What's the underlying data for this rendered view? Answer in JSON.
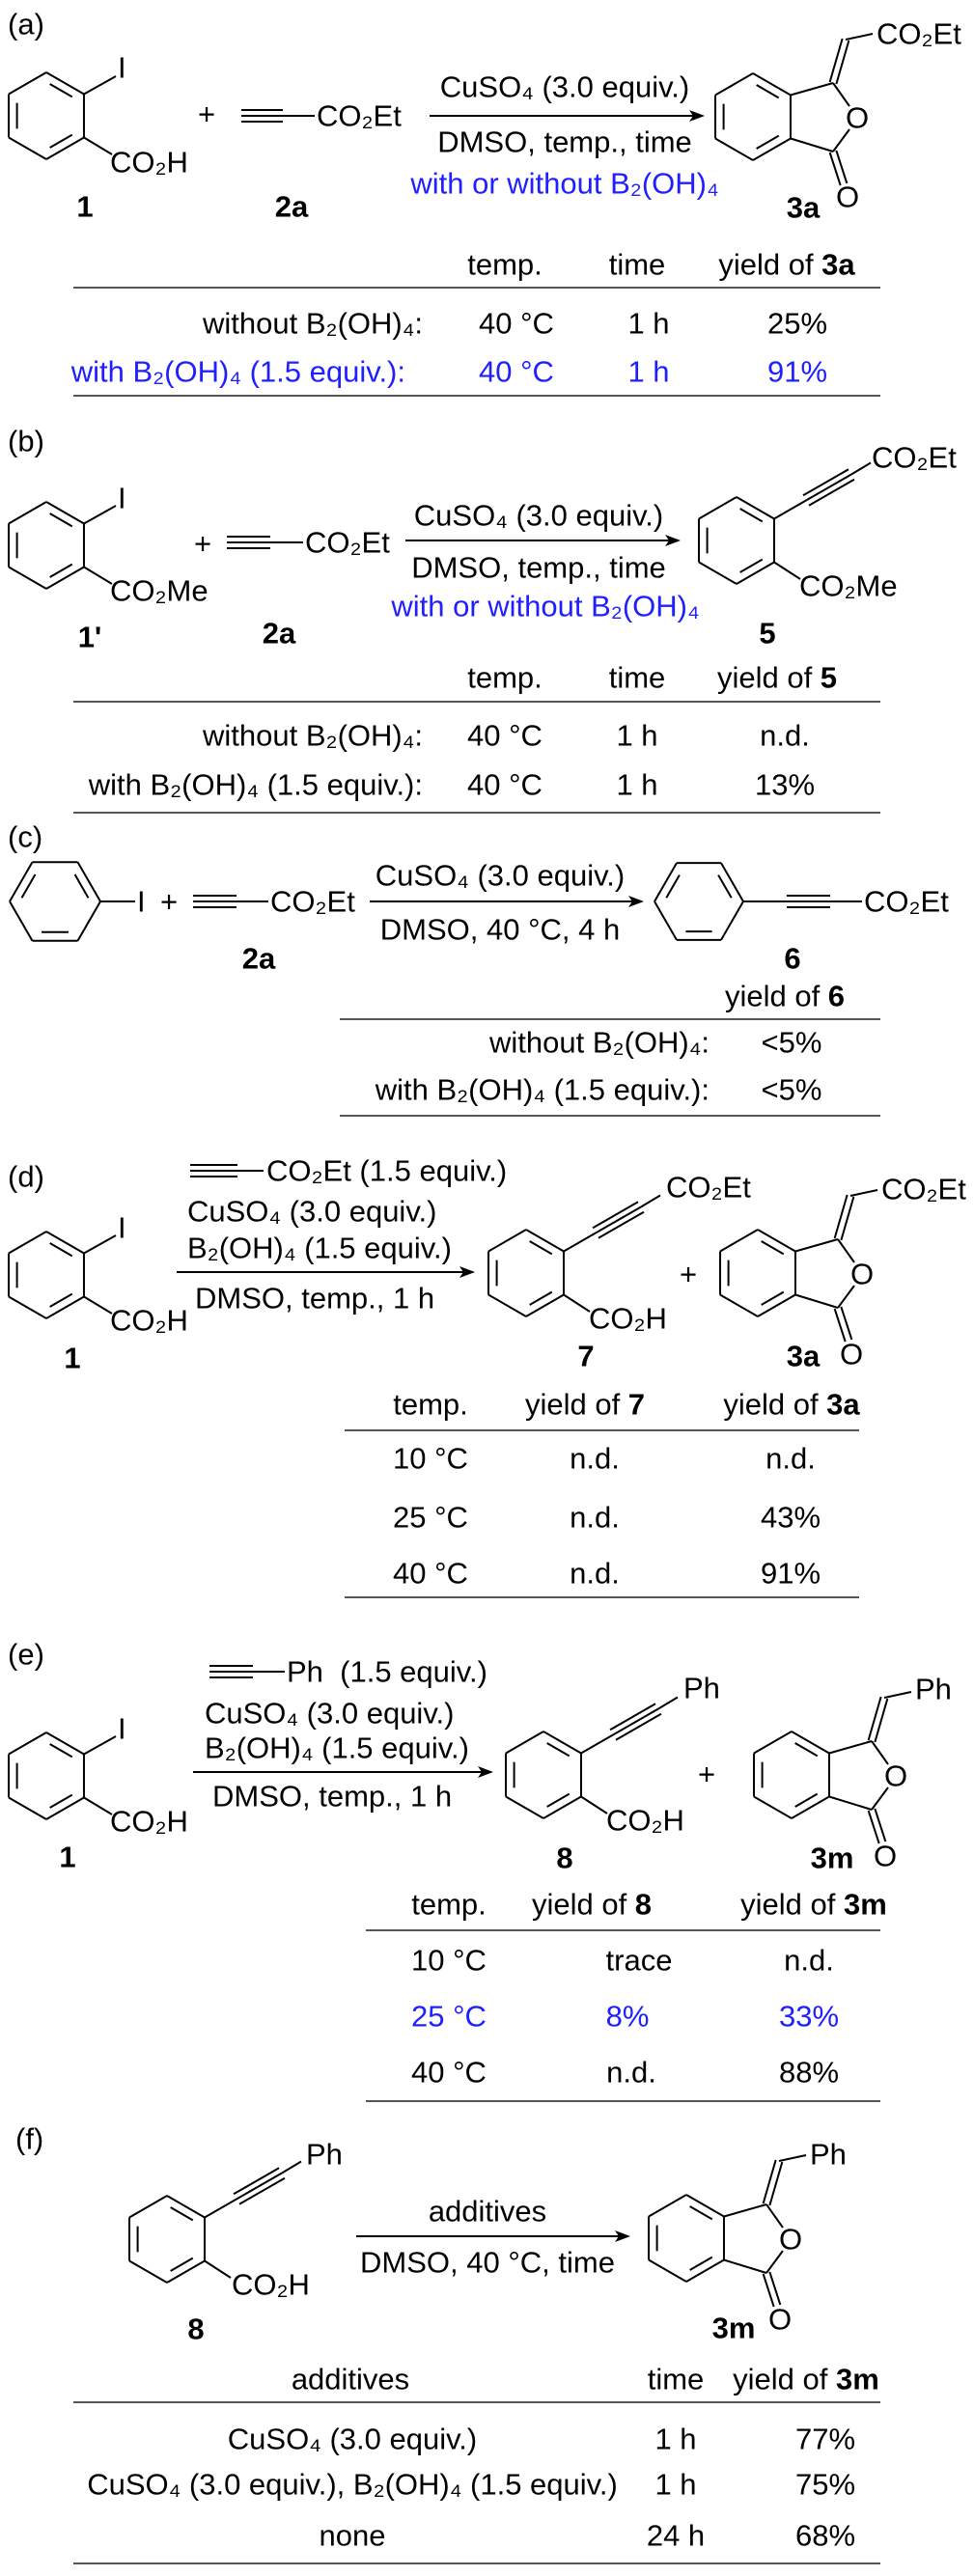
{
  "colors": {
    "highlight": "#2020ff",
    "text": "#000000"
  },
  "a": {
    "label": "(a)",
    "reactant": {
      "top": "I",
      "bottom": "CO₂H",
      "id": "1"
    },
    "plus": "+",
    "reagent": {
      "group": "CO₂Et",
      "id": "2a"
    },
    "conditions": [
      "CuSO₄ (3.0 equiv.)",
      "DMSO, temp., time",
      "with or without B₂(OH)₄"
    ],
    "product": {
      "ring_o": "O",
      "carbonyl_o": "O",
      "group": "CO₂Et",
      "id": "3a"
    },
    "table": {
      "headers": [
        "temp.",
        "time",
        "yield of "
      ],
      "header_bold": "3a",
      "rows": [
        {
          "label": "without B₂(OH)₄:",
          "temp": "40 °C",
          "time": "1 h",
          "yield": "25%"
        },
        {
          "label": "with B₂(OH)₄ (1.5 equiv.):",
          "temp": "40 °C",
          "time": "1 h",
          "yield": "91%"
        }
      ]
    }
  },
  "b": {
    "label": "(b)",
    "reactant": {
      "top": "I",
      "bottom": "CO₂Me",
      "id": "1'"
    },
    "plus": "+",
    "reagent": {
      "group": "CO₂Et",
      "id": "2a"
    },
    "conditions": [
      "CuSO₄ (3.0 equiv.)",
      "DMSO, temp., time",
      "with or without B₂(OH)₄"
    ],
    "product": {
      "top": "CO₂Et",
      "bottom": "CO₂Me",
      "id": "5"
    },
    "table": {
      "headers": [
        "temp.",
        "time",
        "yield of "
      ],
      "header_bold": "5",
      "rows": [
        {
          "label": "without B₂(OH)₄:",
          "temp": "40 °C",
          "time": "1 h",
          "yield": "n.d."
        },
        {
          "label": "with B₂(OH)₄ (1.5 equiv.):",
          "temp": "40 °C",
          "time": "1 h",
          "yield": "13%"
        }
      ]
    }
  },
  "c": {
    "label": "(c)",
    "reactant": {
      "sub": "I"
    },
    "plus": "+",
    "reagent": {
      "group": "CO₂Et",
      "id": "2a"
    },
    "conditions": [
      "CuSO₄ (3.0 equiv.)",
      "DMSO, 40 °C, 4 h"
    ],
    "product": {
      "group": "CO₂Et",
      "id": "6"
    },
    "table": {
      "headers": [
        "yield of "
      ],
      "header_bold": "6",
      "rows": [
        {
          "label": "without B₂(OH)₄:",
          "yield": "<5%"
        },
        {
          "label": "with B₂(OH)₄ (1.5 equiv.):",
          "yield": "<5%"
        }
      ]
    }
  },
  "d": {
    "label": "(d)",
    "reactant": {
      "top": "I",
      "bottom": "CO₂H",
      "id": "1"
    },
    "reagents": [
      "CO₂Et (1.5 equiv.)",
      "CuSO₄ (3.0 equiv.)",
      "B₂(OH)₄ (1.5 equiv.)"
    ],
    "conditions": [
      "DMSO, temp., 1 h"
    ],
    "product1": {
      "top": "CO₂Et",
      "bottom": "CO₂H",
      "id": "7"
    },
    "plus": "+",
    "product2": {
      "ring_o": "O",
      "carbonyl_o": "O",
      "group": "CO₂Et",
      "id": "3a"
    },
    "table": {
      "headers": [
        "temp.",
        "yield of ",
        "yield of "
      ],
      "header_bold": [
        "7",
        "3a"
      ],
      "rows": [
        {
          "temp": "10 °C",
          "y1": "n.d.",
          "y2": "n.d."
        },
        {
          "temp": "25 °C",
          "y1": "n.d.",
          "y2": "43%"
        },
        {
          "temp": "40 °C",
          "y1": "n.d.",
          "y2": "91%"
        }
      ]
    }
  },
  "e": {
    "label": "(e)",
    "reactant": {
      "top": "I",
      "bottom": "CO₂H",
      "id": "1"
    },
    "reagents": [
      "Ph  (1.5 equiv.)",
      "CuSO₄ (3.0 equiv.)",
      "B₂(OH)₄ (1.5 equiv.)"
    ],
    "conditions": [
      "DMSO, temp., 1 h"
    ],
    "product1": {
      "top": "Ph",
      "bottom": "CO₂H",
      "id": "8"
    },
    "plus": "+",
    "product2": {
      "ring_o": "O",
      "carbonyl_o": "O",
      "group": "Ph",
      "id": "3m"
    },
    "table": {
      "headers": [
        "temp.",
        "yield of ",
        "yield of "
      ],
      "header_bold": [
        "8",
        "3m"
      ],
      "rows": [
        {
          "temp": "10 °C",
          "y1": "trace",
          "y2": "n.d."
        },
        {
          "temp": "25 °C",
          "y1": "8%",
          "y2": "33%"
        },
        {
          "temp": "40 °C",
          "y1": "n.d.",
          "y2": "88%"
        }
      ]
    }
  },
  "f": {
    "label": "(f)",
    "reactant": {
      "top": "Ph",
      "bottom": "CO₂H",
      "id": "8"
    },
    "conditions": [
      "additives",
      "DMSO, 40 °C, time"
    ],
    "product": {
      "ring_o": "O",
      "carbonyl_o": "O",
      "group": "Ph",
      "id": "3m"
    },
    "table": {
      "headers": [
        "additives",
        "time",
        "yield of "
      ],
      "header_bold": "3m",
      "rows": [
        {
          "additives": "CuSO₄ (3.0 equiv.)",
          "time": "1 h",
          "yield": "77%"
        },
        {
          "additives": "CuSO₄ (3.0 equiv.), B₂(OH)₄ (1.5 equiv.)",
          "time": "1 h",
          "yield": "75%"
        },
        {
          "additives": "none",
          "time": "24 h",
          "yield": "68%"
        }
      ]
    }
  }
}
